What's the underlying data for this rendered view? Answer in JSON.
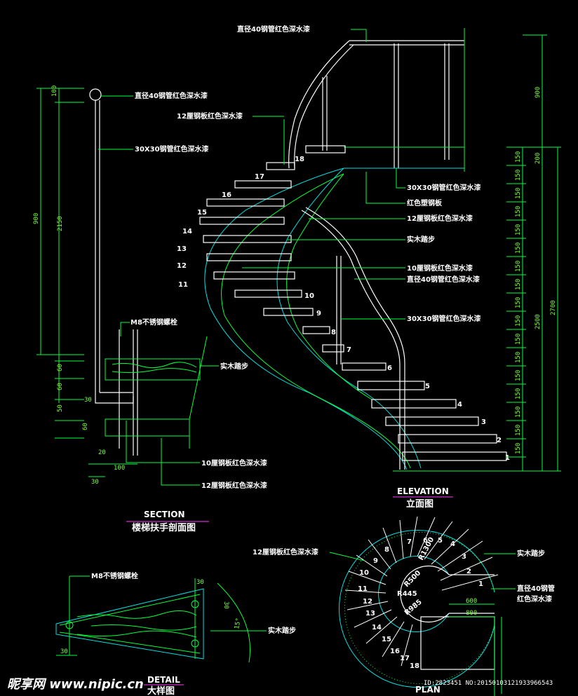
{
  "labels": {
    "top_pipe": "直径40钢管红色深水漆",
    "section_pipe": "直径40钢管红色深水漆",
    "plate12_top": "12厘钢板红色深水漆",
    "tube30": "30X30钢管红色深水漆",
    "bolt": "M8不锈钢螺栓",
    "wood_step_section": "实木踏步",
    "plate10_section": "10厘钢板红色深水漆",
    "plate12_section": "12厘钢板红色深水漆",
    "elev_tube30": "30X30钢管红色深水漆",
    "red_board": "红色塑钢板",
    "elev_plate12": "12厘钢板红色深水漆",
    "elev_wood": "实木踏步",
    "elev_plate10": "10厘钢板红色深水漆",
    "elev_pipe40": "直径40钢管红色深水漆",
    "elev_tube30_b": "30X30钢管红色深水漆",
    "plan_plate12": "12厘钢板红色深水漆",
    "plan_wood": "实木踏步",
    "plan_pipe_a": "直径40钢管",
    "plan_pipe_b": "红色深水漆",
    "detail_bolt": "M8不锈钢螺栓",
    "detail_wood": "实木踏步"
  },
  "titles": {
    "section_en": "SECTION",
    "section_cn": "楼梯扶手剖面图",
    "elevation_en": "ELEVATION",
    "elevation_cn": "立面图",
    "plan_en": "PLAN",
    "detail_en": "DETAIL",
    "detail_cn": "大样图"
  },
  "section_dims": [
    "100",
    "2150",
    "900",
    "60",
    "60",
    "50",
    "60",
    "30",
    "20",
    "100",
    "30"
  ],
  "elevation_dims": {
    "right_steps": [
      "150",
      "150",
      "150",
      "150",
      "150",
      "150",
      "150",
      "150",
      "150",
      "150",
      "150",
      "150",
      "150",
      "150",
      "150",
      "150",
      "150",
      "200"
    ],
    "right_totals": [
      "900",
      "2500",
      "2700"
    ]
  },
  "step_numbers": [
    "1",
    "2",
    "3",
    "4",
    "5",
    "6",
    "7",
    "8",
    "9",
    "10",
    "11",
    "12",
    "13",
    "14",
    "15",
    "16",
    "17",
    "18"
  ],
  "plan_dims": [
    "R1300",
    "R500",
    "R445",
    "R985",
    "600",
    "800"
  ],
  "plan_step_numbers": [
    "1",
    "2",
    "3",
    "4",
    "5",
    "6",
    "7",
    "8",
    "9",
    "10",
    "11",
    "12",
    "13",
    "14",
    "15",
    "16",
    "17",
    "18"
  ],
  "detail_dims": [
    "30",
    "30",
    "15°",
    "30"
  ],
  "watermark": {
    "brand": "昵享网 www.nipic.cn",
    "id": "ID:2823451 NO:20150103121933966543"
  },
  "colors": {
    "background": "#000000",
    "linework": "#00ff3c",
    "annotation": "#ffffff",
    "accent": "#ff3cff",
    "cyan": "#00e0e0"
  }
}
